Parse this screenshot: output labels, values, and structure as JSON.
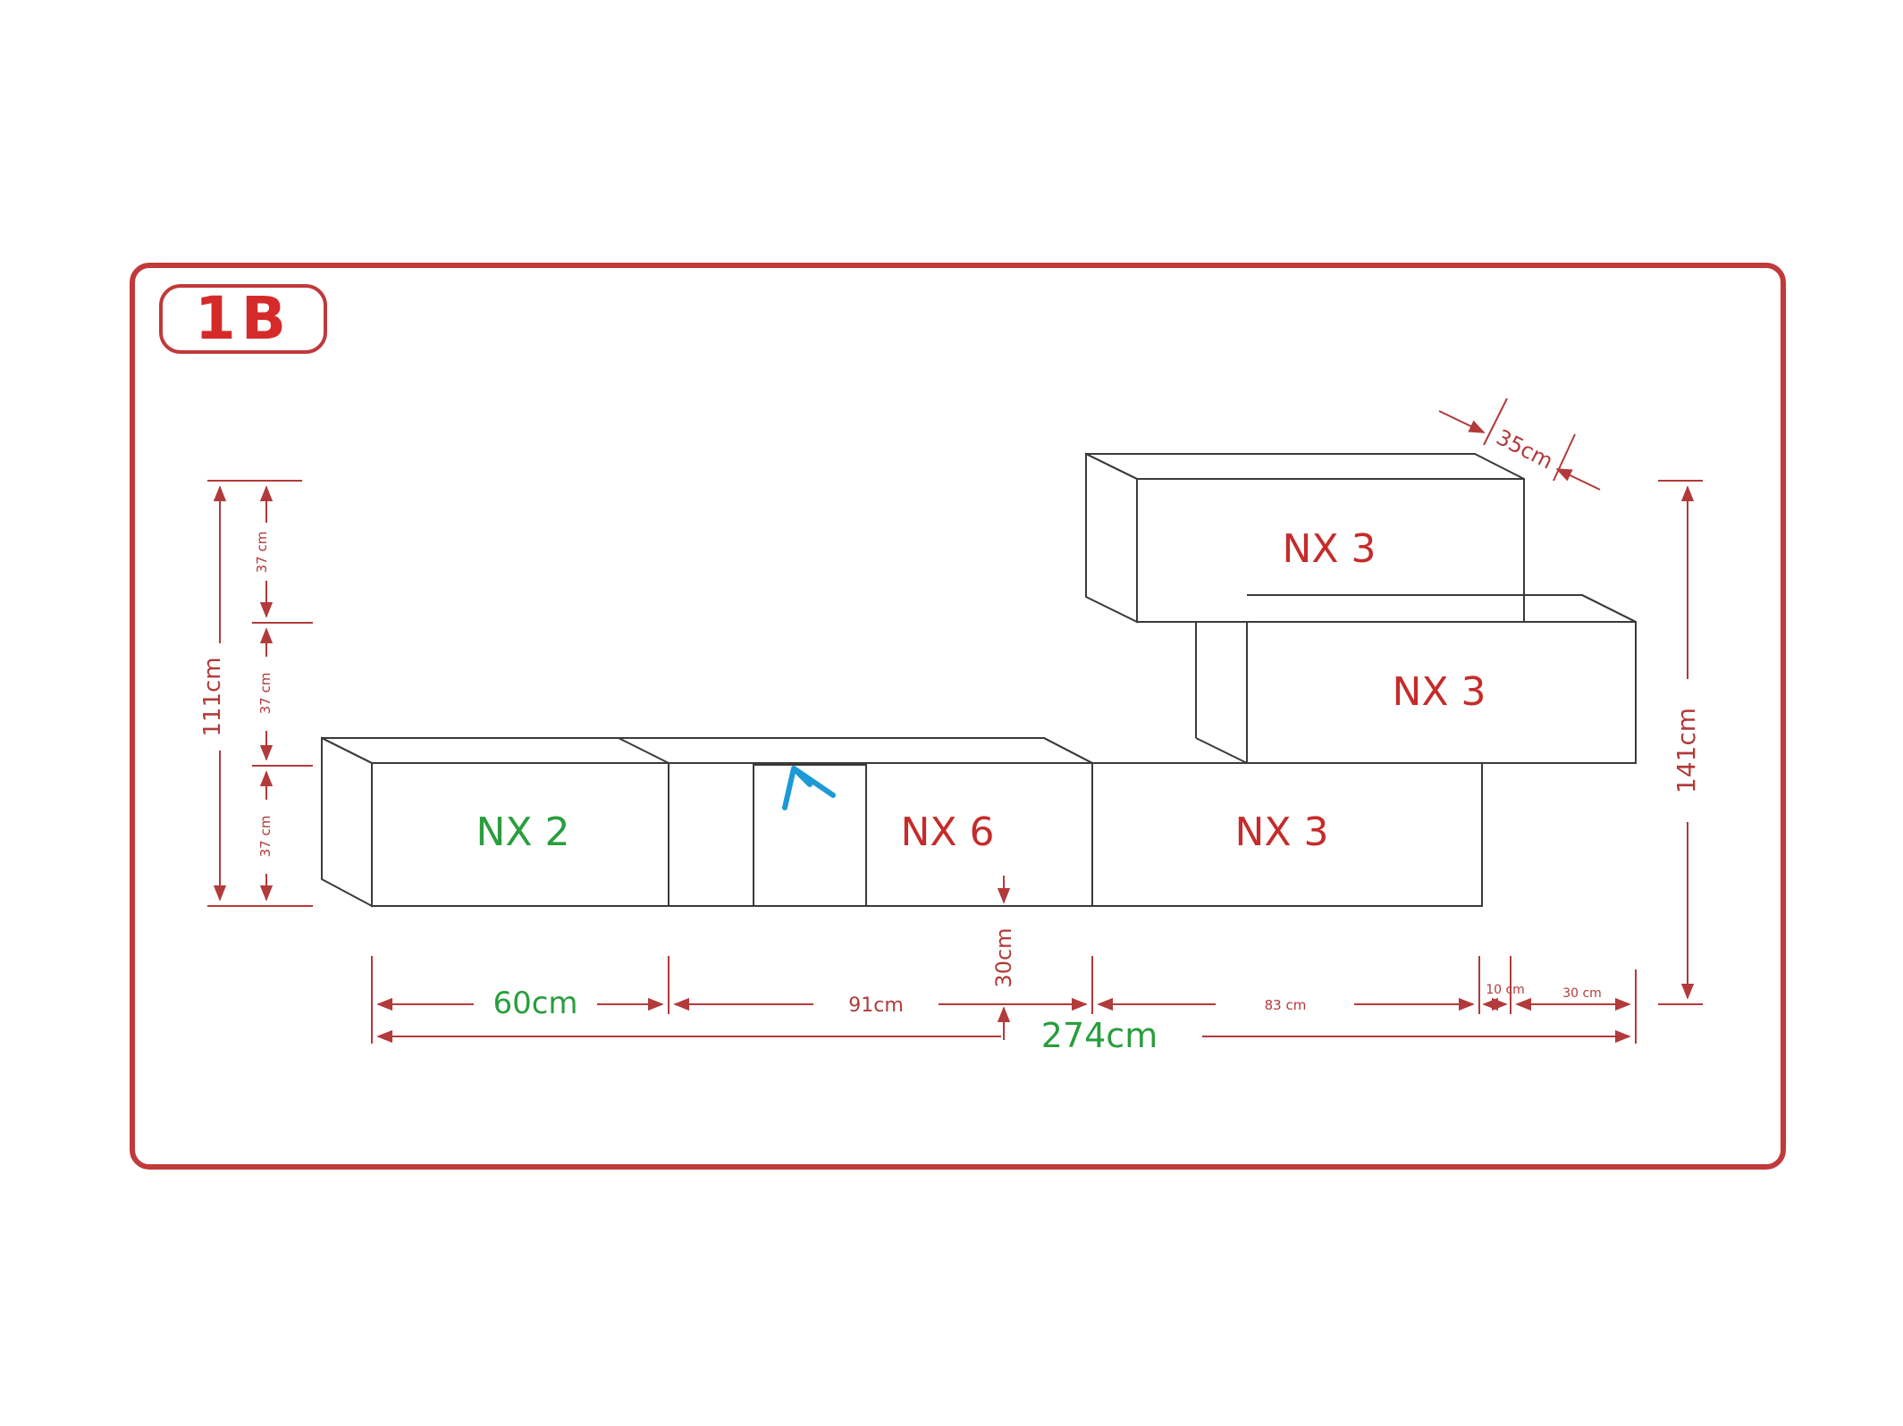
{
  "badge": {
    "label": "1B"
  },
  "modules": {
    "nx2": "NX 2",
    "nx6": "NX 6",
    "nx3_bottom": "NX 3",
    "nx3_middle": "NX 3",
    "nx3_top": "NX 3"
  },
  "dimensions": {
    "depth": "35cm",
    "height_left_total": "111cm",
    "height_left_seg_top": "37 cm",
    "height_left_seg_mid": "37 cm",
    "height_left_seg_bottom": "37 cm",
    "height_right_total": "141cm",
    "gap_under_nx6": "30cm",
    "width_nx2": "60cm",
    "width_nx6": "91cm",
    "width_nx3": "83 cm",
    "offset_10": "10 cm",
    "offset_30": "30 cm",
    "total_width": "274cm"
  },
  "colors": {
    "frame": "#c0393b",
    "label_red": "#c62b2b",
    "label_green": "#2a9d3e",
    "dimension": "#b23a3a",
    "annotation_blue": "#1b9ad6",
    "outline": "#3a3a3a"
  }
}
